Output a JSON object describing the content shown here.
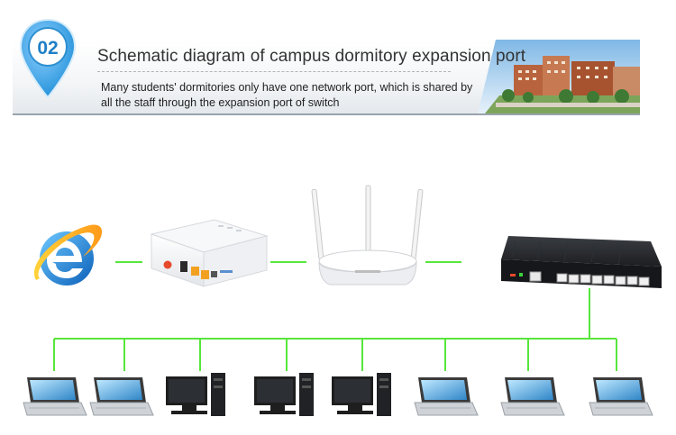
{
  "header": {
    "badge_number": "02",
    "title": "Schematic diagram of campus dormitory expansion port",
    "subtitle_line1": "Many students' dormitories only have one network port, which is shared by",
    "subtitle_line2": "all the staff through the expansion port of switch"
  },
  "colors": {
    "link": "#57e63c",
    "badge": "#1f8fd8",
    "accent_red": "#e64a2a"
  },
  "icons": {
    "internet": "internet-explorer-icon",
    "modem": "optical-modem-icon",
    "router": "wireless-router-icon",
    "switch": "network-switch-icon",
    "laptop": "laptop-icon",
    "desktop": "desktop-computer-icon"
  },
  "endpoints": [
    "laptop",
    "laptop",
    "desktop",
    "desktop",
    "desktop",
    "laptop",
    "laptop",
    "laptop"
  ]
}
